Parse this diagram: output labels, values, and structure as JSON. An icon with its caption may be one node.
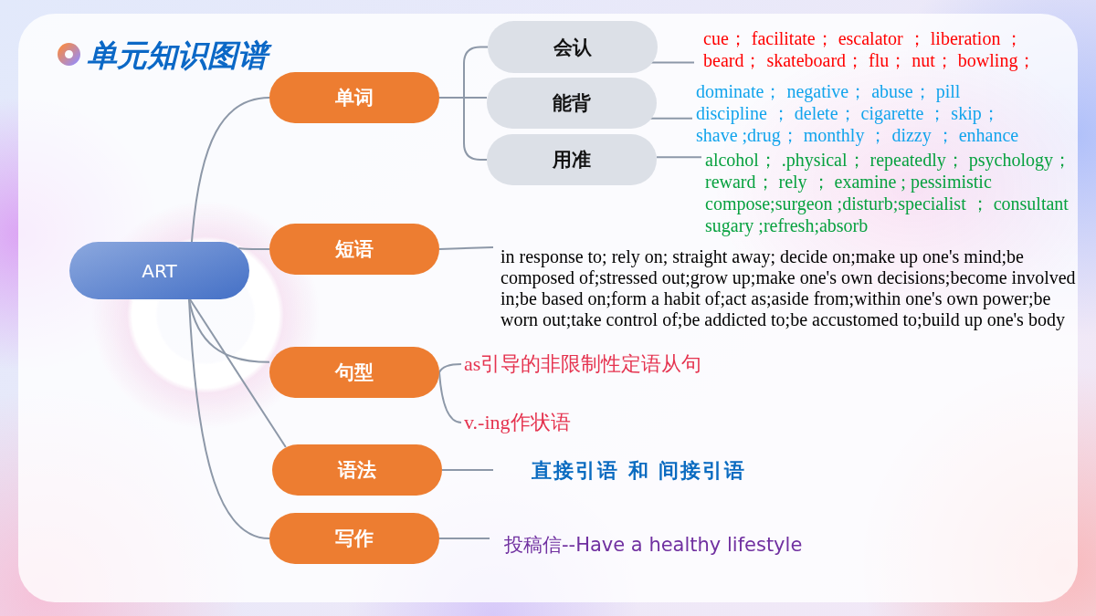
{
  "diagram": {
    "title": "单元知识图谱",
    "nodes": [
      {
        "text": [
          "ART"
        ]
      },
      {
        "text": [
          "单词"
        ]
      },
      {
        "text": [
          "会认"
        ]
      },
      {
        "text": [
          "能背"
        ]
      },
      {
        "text": [
          "用准"
        ]
      },
      {
        "text": [
          "cue； facilitate； escalator ； liberation ； beard； skateboard； flu； nut； bowling；"
        ]
      },
      {
        "text": [
          "dominate； negative； abuse； pill discipline ； delete； cigarette ； skip； shave ;drug； monthly ； dizzy ； enhance"
        ]
      },
      {
        "text": [
          "alcohol； .physical； repeatedly； psychology； reward； rely ； examine ; pessimistic compose;surgeon ;disturb;specialist ； consultant sugary ;refresh;absorb"
        ]
      },
      {
        "text": [
          "短语"
        ]
      },
      {
        "text": [
          "in response to; rely on; straight away; decide on;make up one's mind;be composed of;stressed out;grow up;make one's own decisions;become involved in;be based on;form a habit of;act as;aside from;within one's own power;be worn out;take control of;be addicted to;be accustomed to;build up one's body"
        ]
      },
      {
        "text": [
          "句型"
        ]
      },
      {
        "text": [
          "as引导的非限制性定语从句"
        ]
      },
      {
        "text": [
          "v.-ing作状语"
        ]
      },
      {
        "text": [
          "语法"
        ]
      },
      {
        "text": [
          "直接引语 和 间接引语"
        ]
      },
      {
        "text": [
          "写作"
        ]
      },
      {
        "text": [
          "投稿信--Have a healthy lifestyle"
        ]
      }
    ],
    "edges": [
      {
        "from": 0,
        "to": 1,
        "arrow": "none"
      },
      {
        "from": 1,
        "to": 2,
        "arrow": "none"
      },
      {
        "from": 1,
        "to": 3,
        "arrow": "none"
      },
      {
        "from": 1,
        "to": 4,
        "arrow": "none"
      },
      {
        "from": 2,
        "to": 5,
        "arrow": "none"
      },
      {
        "from": 3,
        "to": 6,
        "arrow": "none"
      },
      {
        "from": 4,
        "to": 7,
        "arrow": "none"
      },
      {
        "from": 0,
        "to": 8,
        "arrow": "none"
      },
      {
        "from": 8,
        "to": 9,
        "arrow": "none"
      },
      {
        "from": 0,
        "to": 10,
        "arrow": "none"
      },
      {
        "from": 10,
        "to": 11,
        "arrow": "none"
      },
      {
        "from": 10,
        "to": 12,
        "arrow": "none"
      },
      {
        "from": 0,
        "to": 13,
        "arrow": "none"
      },
      {
        "from": 13,
        "to": 14,
        "arrow": "none"
      },
      {
        "from": 0,
        "to": 15,
        "arrow": "none"
      },
      {
        "from": 15,
        "to": 16,
        "arrow": "none"
      }
    ]
  }
}
